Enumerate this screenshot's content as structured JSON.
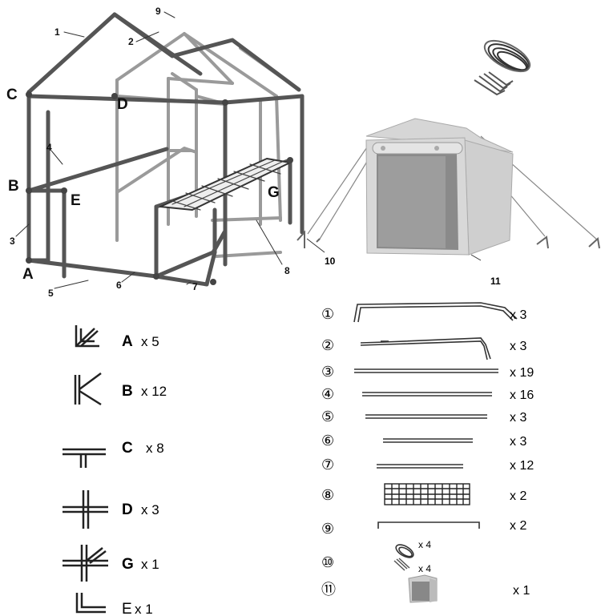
{
  "frame_labels": {
    "c": "C",
    "d": "D",
    "b": "B",
    "e": "E",
    "a": "A",
    "g": "G",
    "n1": "1",
    "n2": "2",
    "n3": "3",
    "n4": "4",
    "n5": "5",
    "n6": "6",
    "n7": "7",
    "n8": "8",
    "n9": "9"
  },
  "assembled_labels": {
    "n10": "10",
    "n11": "11"
  },
  "connectors": [
    {
      "letter": "A",
      "qty": "x 5",
      "icon": "corner-connector-icon"
    },
    {
      "letter": "B",
      "qty": "x 12",
      "icon": "three-way-connector-icon"
    },
    {
      "letter": "C",
      "qty": "x  8",
      "icon": "tee-connector-icon"
    },
    {
      "letter": "D",
      "qty": "x  3",
      "icon": "cross-connector-icon"
    },
    {
      "letter": "G",
      "qty": "x  1",
      "icon": "cross-diagonal-connector-icon"
    },
    {
      "letter": "E",
      "qty": "x 1",
      "icon": "elbow-connector-icon"
    }
  ],
  "parts": [
    {
      "num": "①",
      "qty": "x   3",
      "icon": "bent-pipe-1-icon"
    },
    {
      "num": "②",
      "qty": "x   3",
      "icon": "bent-pipe-2-icon"
    },
    {
      "num": "③",
      "qty": "x 19",
      "icon": "long-pipe-icon"
    },
    {
      "num": "④",
      "qty": "x 16",
      "icon": "pipe-4-icon"
    },
    {
      "num": "⑤",
      "qty": "x   3",
      "icon": "pipe-5-icon"
    },
    {
      "num": "⑥",
      "qty": "x   3",
      "icon": "pipe-6-icon"
    },
    {
      "num": "⑦",
      "qty": "x 12",
      "icon": "pipe-7-icon"
    },
    {
      "num": "⑧",
      "qty": "x   2",
      "icon": "shelf-grid-icon"
    },
    {
      "num": "⑨",
      "qty": "x   2",
      "icon": "rod-bracket-icon"
    },
    {
      "num": "⑩",
      "qty": "",
      "icon": "rope-and-pegs-icon",
      "rope_qty": "x  4",
      "peg_qty": "x  4"
    },
    {
      "num": "⑪",
      "qty": "x   1",
      "icon": "greenhouse-cover-icon"
    }
  ]
}
